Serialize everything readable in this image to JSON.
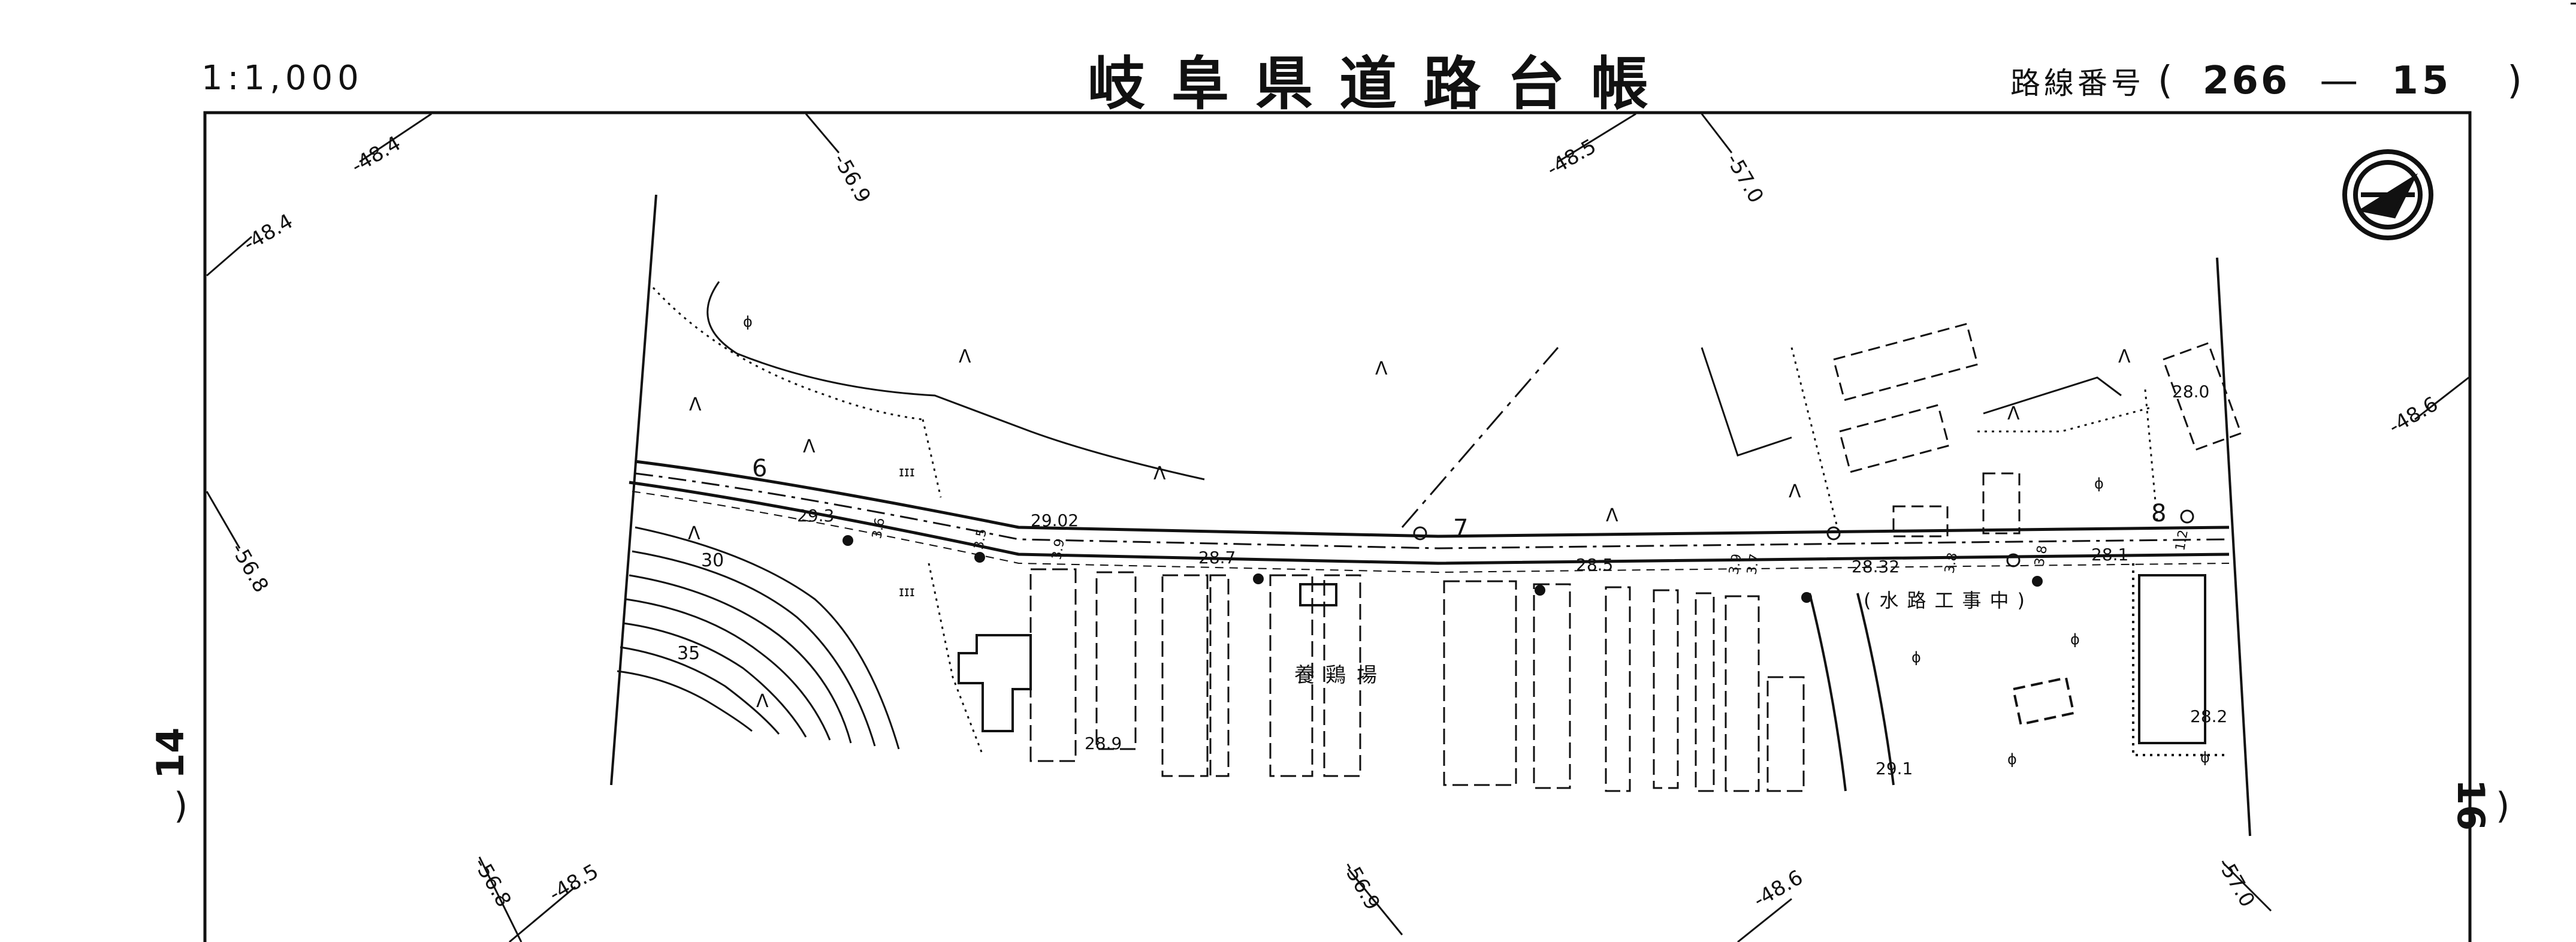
{
  "header": {
    "scale": "1:1,000",
    "title": "岐阜県道路台帳",
    "route_label": "路線番号",
    "route_open": "(",
    "route_number": "266",
    "route_dash": "—",
    "route_segment": "15",
    "route_close": ")"
  },
  "margins": {
    "left_sheet": "14",
    "right_sheet": "16",
    "left_paren": ")",
    "right_paren": ")"
  },
  "grid_labels": [
    "-48.4",
    "-56.9",
    "-48.5",
    "-57.0",
    "-48.4",
    "-48.6",
    "-56.8",
    "-56.8",
    "-48.5",
    "-56.9",
    "-48.6",
    "-57.0"
  ],
  "road": {
    "numbers": [
      "6",
      "7",
      "8"
    ],
    "elevations": [
      "29.3",
      "29.02",
      "28.7",
      "28.5",
      "28.32",
      "28.1",
      "28.0",
      "28.9",
      "29.1",
      "28.2"
    ],
    "widths": [
      "3.6",
      "3.5",
      "3.9",
      "3.9",
      "3.7",
      "3.8",
      "3.8",
      "1.2"
    ]
  },
  "contours": [
    "30",
    "35"
  ],
  "places": {
    "poultry_farm": "養鶏場",
    "waterway_work": "(水路工事中)"
  },
  "symbols": {
    "north_arrow": "north-arrow-icon",
    "grass": "Ʌ",
    "field": "ɪɪɪ",
    "stem": "ϕ"
  },
  "colors": {
    "ink": "#111111",
    "paper": "#ffffff"
  }
}
